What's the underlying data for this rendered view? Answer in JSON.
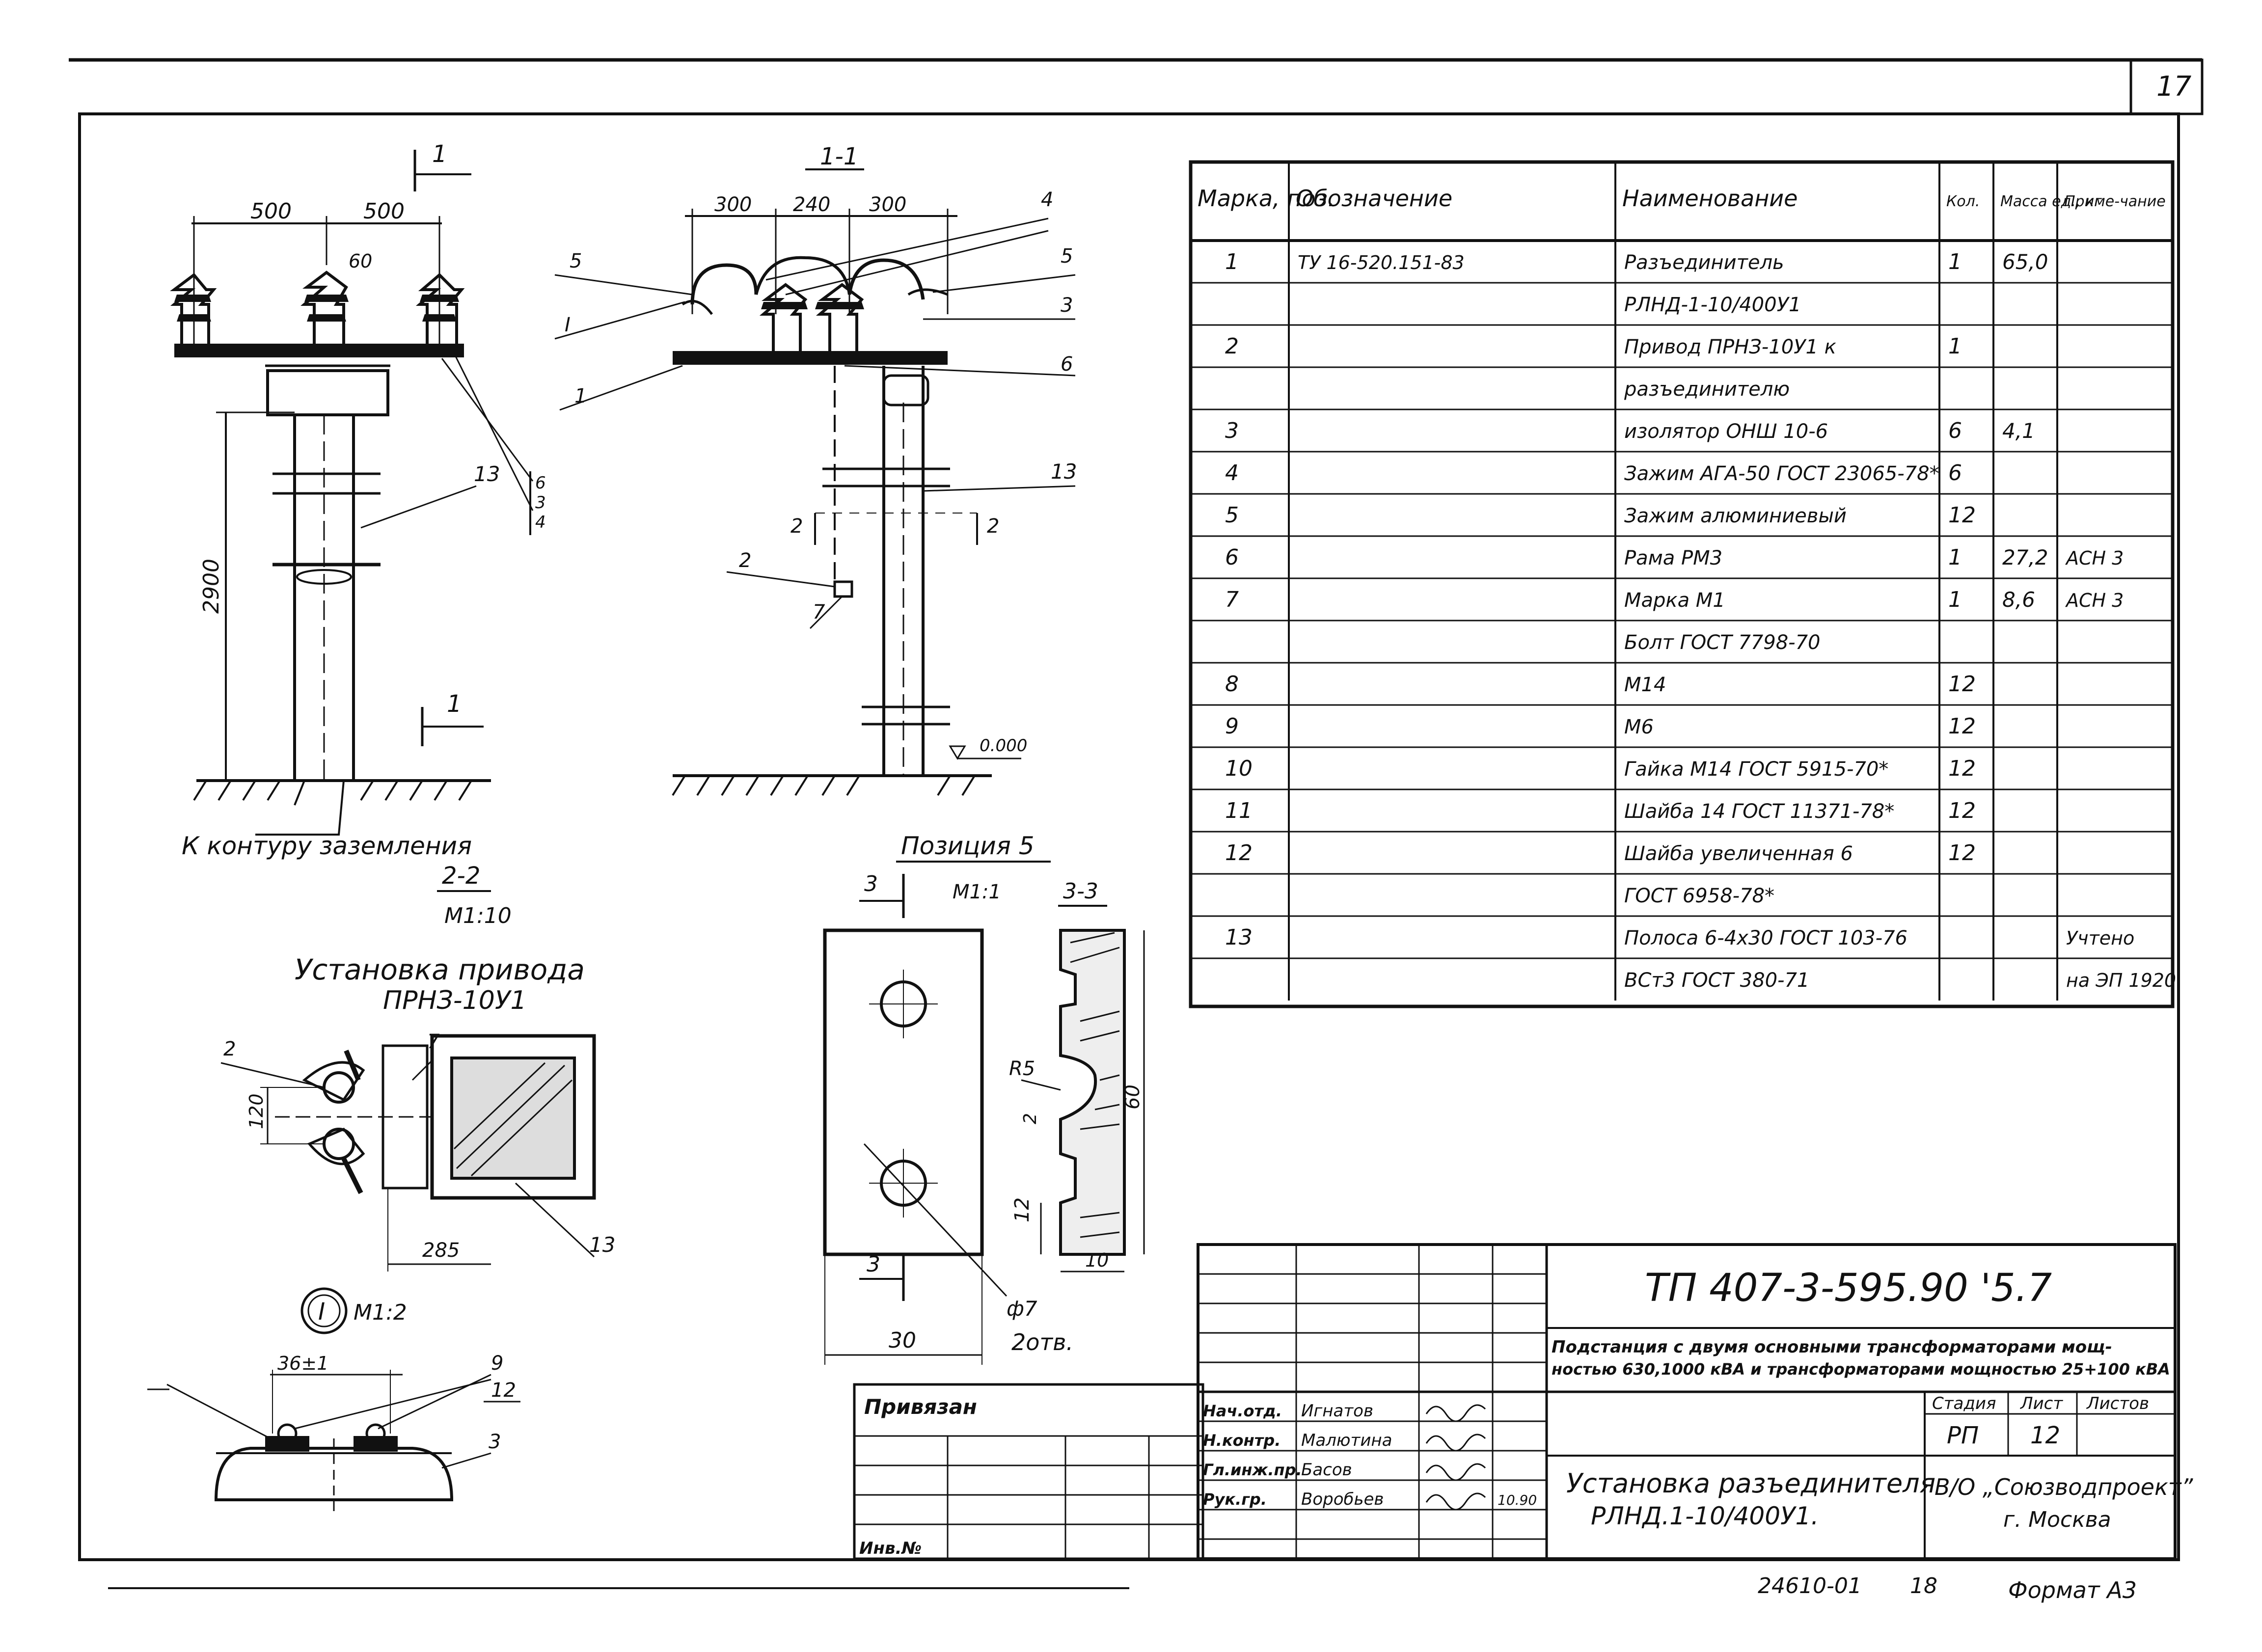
{
  "sheet": {
    "number": "17",
    "doc_code": "ТП  407-3-595.90  '5.7",
    "project_title_1": "Подстанция с двумя основными трансформаторами мощ-",
    "project_title_2": "ностью 630,1000 кВА и трансформаторами мощностью 25+100 кВА",
    "stage_header": "Стадия",
    "sheet_header": "Лист",
    "sheets_header": "Листов",
    "stage": "РП",
    "sheet_no": "12",
    "sheets_total": "",
    "drawing_title_1": "Установка разъединителя",
    "drawing_title_2": "РЛНД.1-10/400У1.",
    "org_1": "В/О „Союзводпроект”",
    "org_2": "г. Москва",
    "privyazan": "Привязан",
    "inv_no": "Инв.№",
    "footer_code": "24610-01",
    "footer_page": "18",
    "format": "Формат А3",
    "signatures": [
      {
        "role": "Нач.отд.",
        "name": "Игнатов",
        "date": ""
      },
      {
        "role": "Н.контр.",
        "name": "Малютина",
        "date": ""
      },
      {
        "role": "Гл.инж.пр.",
        "name": "Басов",
        "date": ""
      },
      {
        "role": "Рук.гр.",
        "name": "Воробьев",
        "date": "10.90"
      }
    ]
  },
  "spec_table": {
    "headers": [
      "Марка, поз.",
      "Обозначение",
      "Наименование",
      "Кол.",
      "Масса ед., кг",
      "Приме-чание"
    ],
    "rows": [
      [
        "1",
        "ТУ 16-520.151-83",
        "Разъединитель",
        "1",
        "65,0",
        ""
      ],
      [
        "",
        "",
        "РЛНД-1-10/400У1",
        "",
        "",
        ""
      ],
      [
        "2",
        "",
        "Привод ПРНЗ-10У1 к",
        "1",
        "",
        ""
      ],
      [
        "",
        "",
        "разъединителю",
        "",
        "",
        ""
      ],
      [
        "3",
        "",
        "изолятор ОНШ 10-6",
        "6",
        "4,1",
        ""
      ],
      [
        "4",
        "",
        "Зажим АГА-50 ГОСТ 23065-78*",
        "6",
        "",
        ""
      ],
      [
        "5",
        "",
        "Зажим алюминиевый",
        "12",
        "",
        ""
      ],
      [
        "6",
        "",
        "Рама РМ3",
        "1",
        "27,2",
        "АСН 3"
      ],
      [
        "7",
        "",
        "Марка М1",
        "1",
        "8,6",
        "АСН 3"
      ],
      [
        "",
        "",
        "Болт ГОСТ 7798-70",
        "",
        "",
        ""
      ],
      [
        "8",
        "",
        "М14",
        "12",
        "",
        ""
      ],
      [
        "9",
        "",
        "М6",
        "12",
        "",
        ""
      ],
      [
        "10",
        "",
        "Гайка М14 ГОСТ 5915-70*",
        "12",
        "",
        ""
      ],
      [
        "11",
        "",
        "Шайба 14 ГОСТ 11371-78*",
        "12",
        "",
        ""
      ],
      [
        "12",
        "",
        "Шайба увеличенная 6",
        "12",
        "",
        ""
      ],
      [
        "",
        "",
        "ГОСТ 6958-78*",
        "",
        "",
        ""
      ],
      [
        "13",
        "",
        "Полоса 6-4х30 ГОСТ 103-76",
        "",
        "",
        "Учтено"
      ],
      [
        "",
        "",
        "ВСт3 ГОСТ 380-71",
        "",
        "",
        "на ЭП 1920"
      ]
    ]
  },
  "views": {
    "front": {
      "label_section": "1",
      "dim_left": "500",
      "dim_right": "500",
      "dim_top": "60",
      "dim_height": "2900",
      "callout_13": "13",
      "callout_flags": [
        "6",
        "3",
        "4"
      ],
      "ground_note": "К контуру заземления"
    },
    "section_1_1": {
      "title": "1-1",
      "dims": [
        "300",
        "240",
        "300"
      ],
      "callouts": [
        "5",
        "I",
        "1",
        "4",
        "5",
        "3",
        "6",
        "13",
        "2",
        "7"
      ],
      "cut_marks": [
        "2",
        "2"
      ],
      "level": "0.000"
    },
    "section_2_2": {
      "title": "2-2",
      "scale": "М1:10",
      "caption_1": "Установка привода",
      "caption_2": "ПРНЗ-10У1",
      "dim_v": "120",
      "dim_h": "285",
      "callouts": [
        "2",
        "7",
        "13"
      ]
    },
    "node_I": {
      "label": "I",
      "scale": "М1:2",
      "dim": "36±1",
      "callouts": [
        "9",
        "12",
        "3"
      ]
    },
    "pos_5": {
      "title": "Позиция 5",
      "scale": "М1:1",
      "section": "3-3",
      "cut": "3",
      "dim_r": "R5",
      "dim_2": "2",
      "dim_60": "60",
      "dim_12": "12",
      "dim_10": "10",
      "dim_30": "30",
      "hole": "ф7",
      "holes_count": "2отв."
    }
  }
}
